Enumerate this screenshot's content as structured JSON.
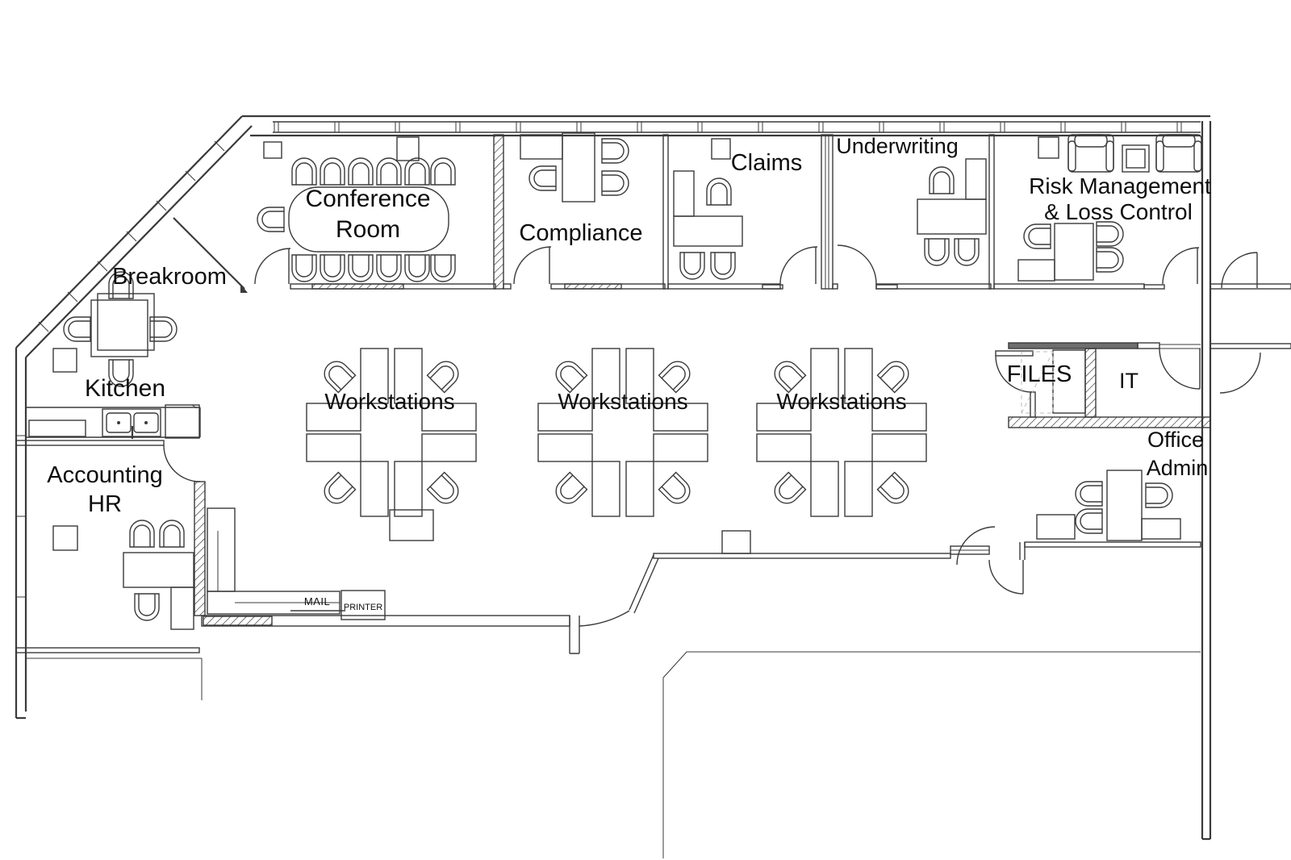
{
  "diagram": {
    "type": "office-floor-plan",
    "background_color": "#ffffff",
    "line_color": "#3a3a3a",
    "label_color": "#0d0d0d"
  },
  "labels": {
    "conference_line1": "Conference",
    "conference_line2": "Room",
    "breakroom": "Breakroom",
    "kitchen": "Kitchen",
    "accounting_line1": "Accounting",
    "accounting_line2": "HR",
    "compliance": "Compliance",
    "claims": "Claims",
    "underwriting": "Underwriting",
    "risk_line1": "Risk Management",
    "risk_line2": "& Loss Control",
    "workstations": [
      "Workstations",
      "Workstations",
      "Workstations"
    ],
    "files": "FILES",
    "it": "IT",
    "office_admin_line1": "Office",
    "office_admin_line2": "Admin",
    "mail": "MAIL",
    "printer": "PRINTER"
  }
}
